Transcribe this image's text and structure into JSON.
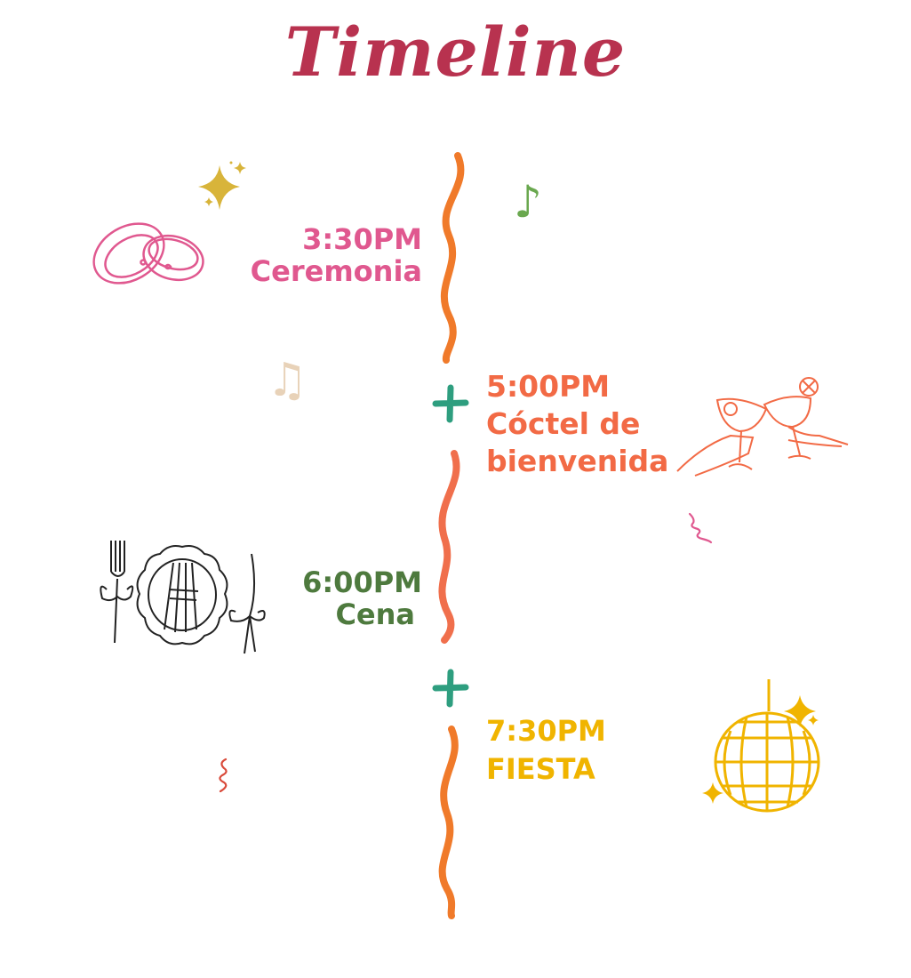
{
  "title": "Timeline",
  "colors": {
    "title": "#b8324f",
    "line": "#f07a2a",
    "plus": "#2e9e7f",
    "ceremony": "#e0588f",
    "cocktail": "#f26a45",
    "dinner": "#4e7a3e",
    "party": "#f0b400",
    "ink": "#222222",
    "sparkle": "#d8b43a",
    "note_green": "#6aa84f",
    "note_beige": "#e8d2b8"
  },
  "events": [
    {
      "time": "3:30PM",
      "label": "Ceremonia",
      "icon": "wedding-rings-icon"
    },
    {
      "time": "5:00PM",
      "label": "Cóctel de bienvenida",
      "label_line1": "Cóctel de",
      "label_line2": "bienvenida",
      "icon": "toasting-glasses-icon"
    },
    {
      "time": "6:00PM",
      "label": "Cena",
      "icon": "place-setting-icon"
    },
    {
      "time": "7:30PM",
      "label": "FIESTA",
      "icon": "disco-ball-icon"
    }
  ],
  "decorations": [
    "sparkle-icon",
    "music-note-icon",
    "double-music-note-icon",
    "confetti-swirl-icon",
    "plus-icon"
  ]
}
